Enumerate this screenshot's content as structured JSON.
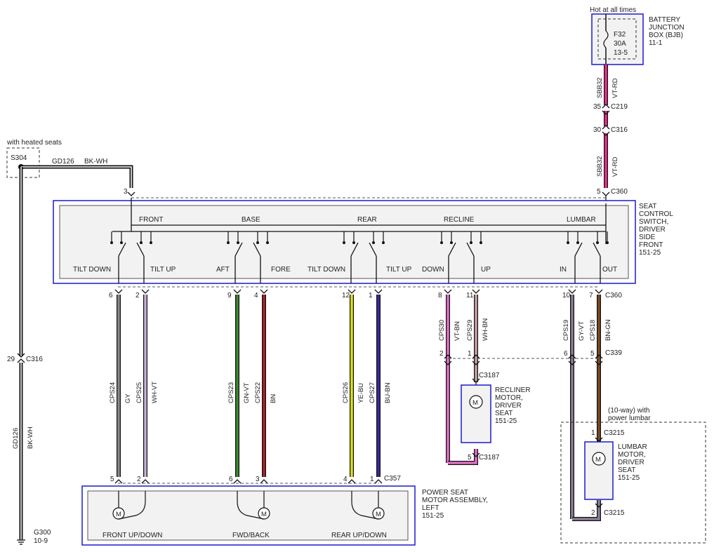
{
  "top": {
    "hot": "Hot at all times"
  },
  "bjb": {
    "fuse": "F32",
    "amps": "30A",
    "ref": "13-5",
    "label": [
      "BATTERY",
      "JUNCTION",
      "BOX (BJB)",
      "11-1"
    ]
  },
  "heated": {
    "note": "with heated seats",
    "splice": "S304",
    "circuit": "GD126",
    "color": "BK-WH"
  },
  "ground": {
    "name": "G300",
    "ref": "10-9",
    "circuit": "GD126",
    "color": "BK-WH",
    "pin": "29",
    "conn": "C316"
  },
  "feed": {
    "circuit": "SBB32",
    "color": "VT-RD",
    "c219_pin": "35",
    "c219": "C219",
    "c316_pin": "30",
    "c316": "C316",
    "c360_pin": "5",
    "c360": "C360",
    "lower_circuit": "SBB32",
    "lower_color": "VT-RD",
    "ground_pin": "3"
  },
  "switch": {
    "label": [
      "SEAT",
      "CONTROL",
      "SWITCH,",
      "DRIVER",
      "SIDE",
      "FRONT",
      "151-25"
    ],
    "sections": [
      "FRONT",
      "BASE",
      "REAR",
      "RECLINE",
      "LUMBAR"
    ],
    "positions": [
      "TILT DOWN",
      "TILT UP",
      "AFT",
      "FORE",
      "TILT DOWN",
      "TILT UP",
      "DOWN",
      "UP",
      "IN",
      "OUT"
    ],
    "conn": "C360"
  },
  "wires": [
    {
      "pin": "6",
      "circuit": "CPS24",
      "color": "GY",
      "end_pin": "5",
      "hex": "#8a8a8a"
    },
    {
      "pin": "2",
      "circuit": "CPS25",
      "color": "WH-VT",
      "end_pin": "2",
      "hex": "#c9b3da"
    },
    {
      "pin": "9",
      "circuit": "CPS23",
      "color": "GN-VT",
      "end_pin": "6",
      "hex": "#3c8b2e"
    },
    {
      "pin": "4",
      "circuit": "CPS22",
      "color": "BN",
      "end_pin": "3",
      "hex": "#a8242a"
    },
    {
      "pin": "12",
      "circuit": "CPS26",
      "color": "YE-BU",
      "end_pin": "4",
      "hex": "#e0e020"
    },
    {
      "pin": "1",
      "circuit": "CPS27",
      "color": "BU-BN",
      "end_pin": "1",
      "hex": "#3a2aa0"
    },
    {
      "pin": "8",
      "circuit": "CPS30",
      "color": "VT-BN",
      "end_pin": "2",
      "hex": "#e070c8"
    },
    {
      "pin": "11",
      "circuit": "CPS29",
      "color": "WH-BN",
      "end_pin": "1",
      "hex": "#c8a4a4"
    },
    {
      "pin": "10",
      "circuit": "CPS19",
      "color": "GY-VT",
      "end_pin": "6",
      "hex": "#8a7e98"
    },
    {
      "pin": "7",
      "circuit": "CPS18",
      "color": "BN-GN",
      "end_pin": "5",
      "hex": "#7a4a24"
    }
  ],
  "connectors": {
    "c339": "C339",
    "c3187": "C3187",
    "c357": "C357",
    "c3215": "C3215",
    "c3187_pin": "5",
    "c3215_top": "1",
    "c3215_bottom": "2"
  },
  "recliner": {
    "label": [
      "RECLINER",
      "MOTOR,",
      "DRIVER",
      "SEAT",
      "151-25"
    ]
  },
  "lumbar": {
    "option": [
      "(10-way) with",
      "power lumbar"
    ],
    "label": [
      "LUMBAR",
      "MOTOR,",
      "DRIVER",
      "SEAT",
      "151-25"
    ]
  },
  "psm": {
    "label": [
      "POWER SEAT",
      "MOTOR ASSEMBLY,",
      "LEFT",
      "151-25"
    ],
    "functions": [
      "FRONT UP/DOWN",
      "FWD/BACK",
      "REAR UP/DOWN"
    ]
  },
  "colors": {
    "outline": "#1a1acc",
    "feed": "#e8328c",
    "module_fill": "#f2f2f2"
  }
}
